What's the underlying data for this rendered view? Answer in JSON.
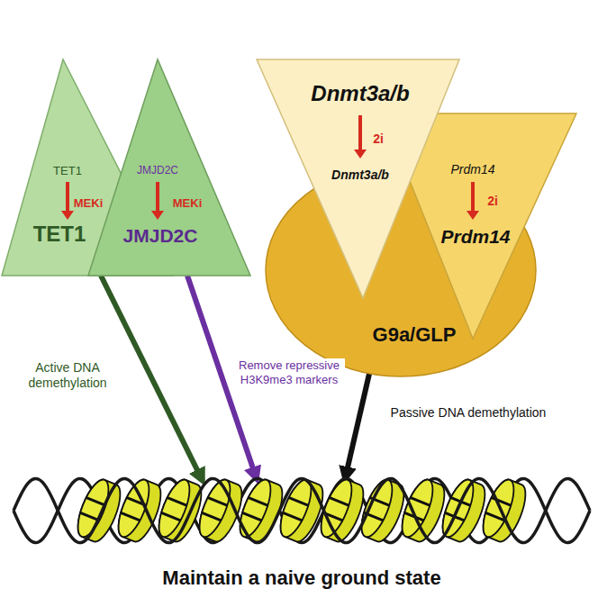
{
  "diagram": {
    "nodes": [
      {
        "text": [
          "TET1",
          "MEKi",
          "TET1"
        ]
      },
      {
        "text": [
          "JMJD2C",
          "MEKi",
          "JMJD2C"
        ]
      },
      {
        "text": [
          "Dnmt3a/b",
          "2i",
          "Dnmt3a/b"
        ]
      },
      {
        "text": [
          "Prdm14",
          "2i",
          "Prdm14"
        ]
      },
      {
        "text": [
          "G9a/GLP"
        ]
      },
      {
        "text": [
          "Maintain a naive ground state"
        ]
      }
    ],
    "edges": [
      {
        "from": 0,
        "to": 5,
        "arrow": "to",
        "label": "Active DNA demethylation"
      },
      {
        "from": 1,
        "to": 5,
        "arrow": "to",
        "label": "Remove repressive H3K9me3 markers"
      },
      {
        "from": 4,
        "to": 5,
        "arrow": "to",
        "label": "Passive DNA demethylation"
      }
    ]
  }
}
